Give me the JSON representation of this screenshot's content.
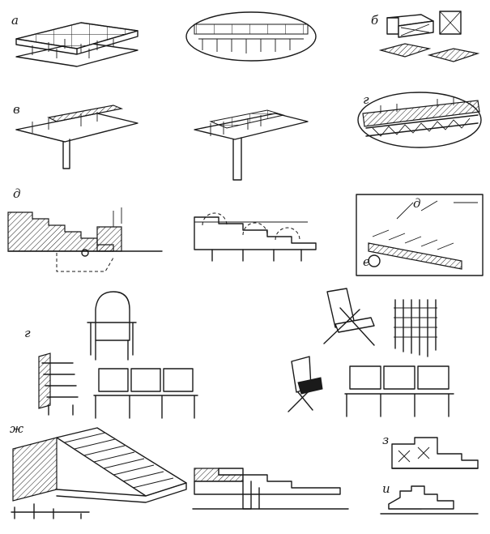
{
  "labels": {
    "a": "а",
    "b": "б",
    "v": "в",
    "g_top": "г",
    "d": "д",
    "d_inner": "д",
    "e": "е",
    "g_mid": "г",
    "zh": "ж",
    "z": "з",
    "i": "и"
  }
}
